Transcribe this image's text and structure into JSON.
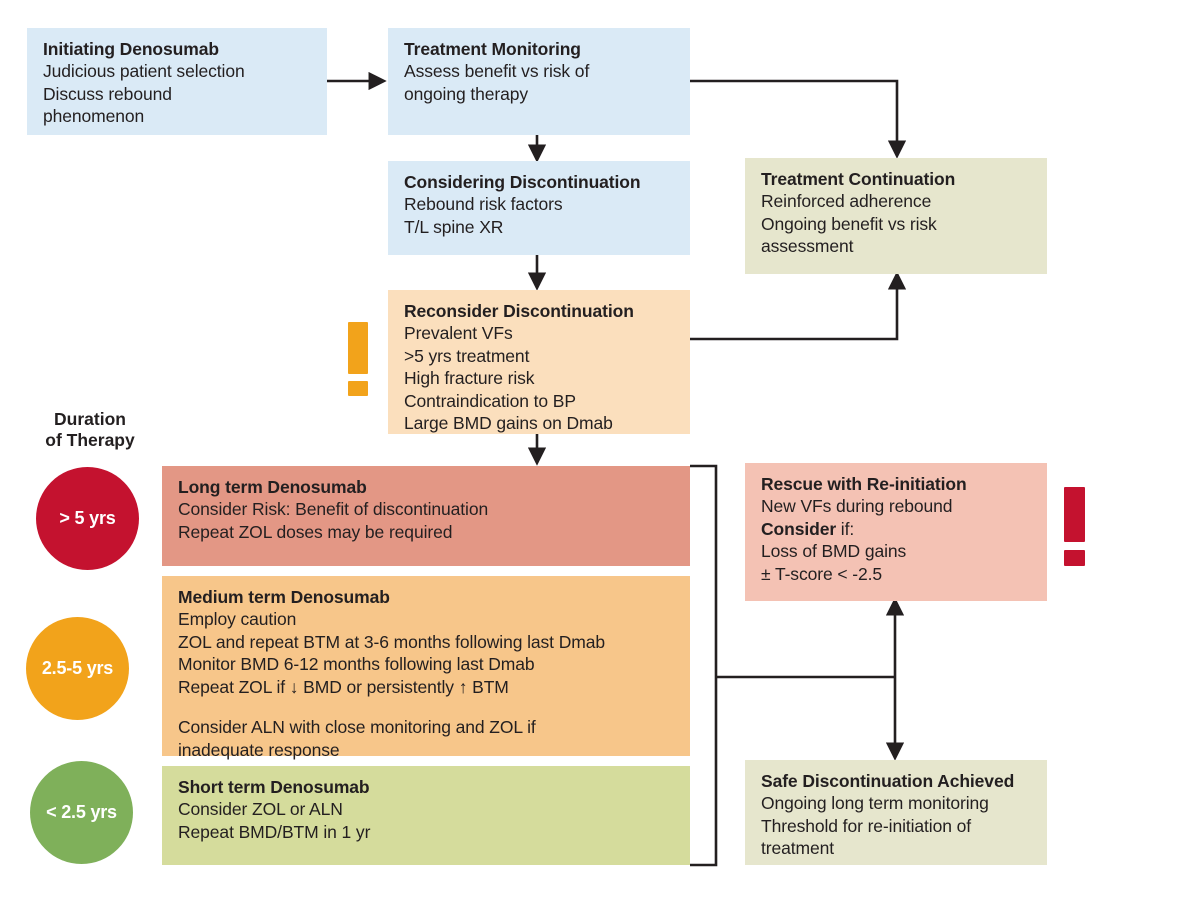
{
  "diagram": {
    "title_side": {
      "line1": "Duration",
      "line2": "of Therapy"
    },
    "nodes": {
      "initiating": {
        "title": "Initiating Denosumab",
        "lines": [
          "Judicious patient selection",
          "Discuss rebound",
          "phenomenon"
        ],
        "color": "#daeaf6"
      },
      "monitoring": {
        "title": "Treatment Monitoring",
        "lines": [
          "Assess benefit vs risk of",
          "ongoing therapy"
        ],
        "color": "#daeaf6"
      },
      "considering": {
        "title": "Considering Discontinuation",
        "lines": [
          "Rebound risk factors",
          "T/L spine XR"
        ],
        "color": "#daeaf6"
      },
      "reconsider": {
        "title": "Reconsider Discontinuation",
        "lines": [
          "Prevalent VFs",
          ">5 yrs treatment",
          "High fracture risk",
          "Contraindication to BP",
          "Large BMD gains on Dmab"
        ],
        "color": "#fbdfbd"
      },
      "continuation": {
        "title": "Treatment Continuation",
        "lines": [
          "Reinforced adherence",
          "Ongoing benefit vs risk",
          "assessment"
        ],
        "color": "#e6e6cd"
      },
      "long_term": {
        "title": "Long term Denosumab",
        "lines": [
          "Consider Risk: Benefit of discontinuation",
          "Repeat ZOL doses may be required"
        ],
        "color": "#e39785"
      },
      "medium_term": {
        "title": "Medium term Denosumab",
        "lines": [
          "Employ caution",
          "ZOL and repeat BTM at 3-6 months following last Dmab",
          "Monitor BMD 6-12 months following last Dmab",
          "Repeat ZOL if ↓ BMD or persistently ↑ BTM"
        ],
        "lines_after_gap": [
          "Consider ALN with close monitoring and ZOL if",
          "inadequate response"
        ],
        "color": "#f7c68a"
      },
      "short_term": {
        "title": "Short term Denosumab",
        "lines": [
          "Consider ZOL or ALN",
          "Repeat BMD/BTM in 1 yr"
        ],
        "color": "#d5dc9c"
      },
      "rescue": {
        "title": "Rescue with Re-initiation",
        "lines": [
          "New VFs during rebound"
        ],
        "bold_lead": "Consider",
        "bold_lead_rest": " if:",
        "lines_tail": [
          "Loss of BMD gains",
          "± T-score < -2.5"
        ],
        "color": "#f4c2b4"
      },
      "safe_disc": {
        "title": "Safe Discontinuation Achieved",
        "lines": [
          "Ongoing long term monitoring",
          "Threshold for re-initiation of",
          "treatment"
        ],
        "color": "#e6e6cd"
      }
    },
    "duration_circles": [
      {
        "label": "> 5 yrs",
        "color": "#c4122f",
        "name": "circle-over-5-yrs"
      },
      {
        "label": "2.5-5 yrs",
        "color": "#f2a31b",
        "name": "circle-2-5-to-5-yrs"
      },
      {
        "label": "< 2.5 yrs",
        "color": "#7fb05a",
        "name": "circle-under-2-5-yrs"
      }
    ],
    "alerts": [
      {
        "name": "warning-exclamation-orange",
        "color": "#f2a31b"
      },
      {
        "name": "warning-exclamation-red",
        "color": "#c4122f"
      }
    ]
  }
}
